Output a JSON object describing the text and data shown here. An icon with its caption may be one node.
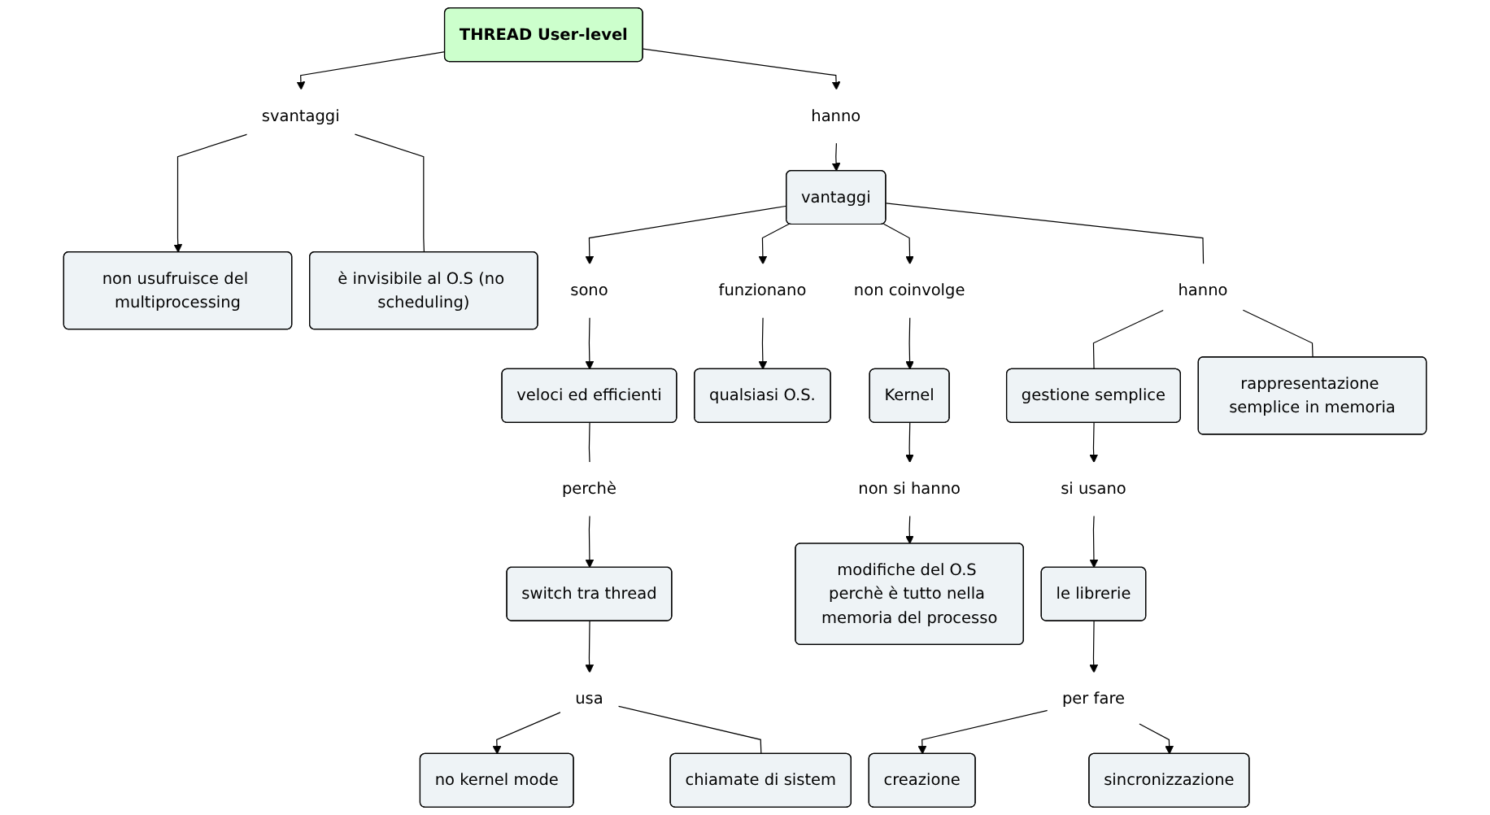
{
  "diagram": {
    "nodes": [
      {
        "text": [
          "THREAD User-level"
        ]
      },
      {
        "text": [
          "hanno"
        ]
      },
      {
        "text": [
          "vantaggi"
        ]
      },
      {
        "text": [
          "svantaggi"
        ]
      },
      {
        "text": [
          "non usufruisce del multiprocessing"
        ]
      },
      {
        "text": [
          "è invisibile al O.S (no scheduling)"
        ]
      },
      {
        "text": [
          "sono"
        ]
      },
      {
        "text": [
          "veloci ed efficienti"
        ]
      },
      {
        "text": [
          "perchè"
        ]
      },
      {
        "text": [
          "switch tra thread"
        ]
      },
      {
        "text": [
          "usa"
        ]
      },
      {
        "text": [
          "no kernel mode"
        ]
      },
      {
        "text": [
          "chiamate di sistem"
        ]
      },
      {
        "text": [
          "funzionano"
        ]
      },
      {
        "text": [
          "qualsiasi O.S."
        ]
      },
      {
        "text": [
          "non coinvolge"
        ]
      },
      {
        "text": [
          "Kernel"
        ]
      },
      {
        "text": [
          "non si hanno"
        ]
      },
      {
        "text": [
          "modifiche del O.S perchè è tutto nella memoria del processo"
        ]
      },
      {
        "text": [
          "hanno"
        ]
      },
      {
        "text": [
          "gestione semplice"
        ]
      },
      {
        "text": [
          "rappresentazione semplice in memoria"
        ]
      },
      {
        "text": [
          "si usano"
        ]
      },
      {
        "text": [
          "le librerie"
        ]
      },
      {
        "text": [
          "per fare"
        ]
      },
      {
        "text": [
          "creazione"
        ]
      },
      {
        "text": [
          "sincronizzazione"
        ]
      }
    ],
    "edges": [
      {
        "from": 0,
        "to": 1,
        "arrow": "to"
      },
      {
        "from": 1,
        "to": 2,
        "arrow": "to"
      },
      {
        "from": 0,
        "to": 3,
        "arrow": "to"
      },
      {
        "from": 3,
        "to": 4,
        "arrow": "to"
      },
      {
        "from": 3,
        "to": 5,
        "arrow": "none"
      },
      {
        "from": 2,
        "to": 6,
        "arrow": "to"
      },
      {
        "from": 6,
        "to": 7,
        "arrow": "to"
      },
      {
        "from": 7,
        "to": 8,
        "arrow": "none"
      },
      {
        "from": 8,
        "to": 9,
        "arrow": "to"
      },
      {
        "from": 9,
        "to": 10,
        "arrow": "to"
      },
      {
        "from": 10,
        "to": 11,
        "arrow": "to"
      },
      {
        "from": 10,
        "to": 12,
        "arrow": "none"
      },
      {
        "from": 2,
        "to": 13,
        "arrow": "to"
      },
      {
        "from": 13,
        "to": 14,
        "arrow": "to"
      },
      {
        "from": 2,
        "to": 15,
        "arrow": "to"
      },
      {
        "from": 15,
        "to": 16,
        "arrow": "to"
      },
      {
        "from": 16,
        "to": 17,
        "arrow": "to"
      },
      {
        "from": 17,
        "to": 18,
        "arrow": "to"
      },
      {
        "from": 2,
        "to": 19,
        "arrow": "none"
      },
      {
        "from": 19,
        "to": 20,
        "arrow": "none"
      },
      {
        "from": 19,
        "to": 21,
        "arrow": "none"
      },
      {
        "from": 20,
        "to": 22,
        "arrow": "to"
      },
      {
        "from": 22,
        "to": 23,
        "arrow": "to"
      },
      {
        "from": 23,
        "to": 24,
        "arrow": "to"
      },
      {
        "from": 24,
        "to": 25,
        "arrow": "to"
      },
      {
        "from": 24,
        "to": 26,
        "arrow": "to"
      }
    ]
  }
}
